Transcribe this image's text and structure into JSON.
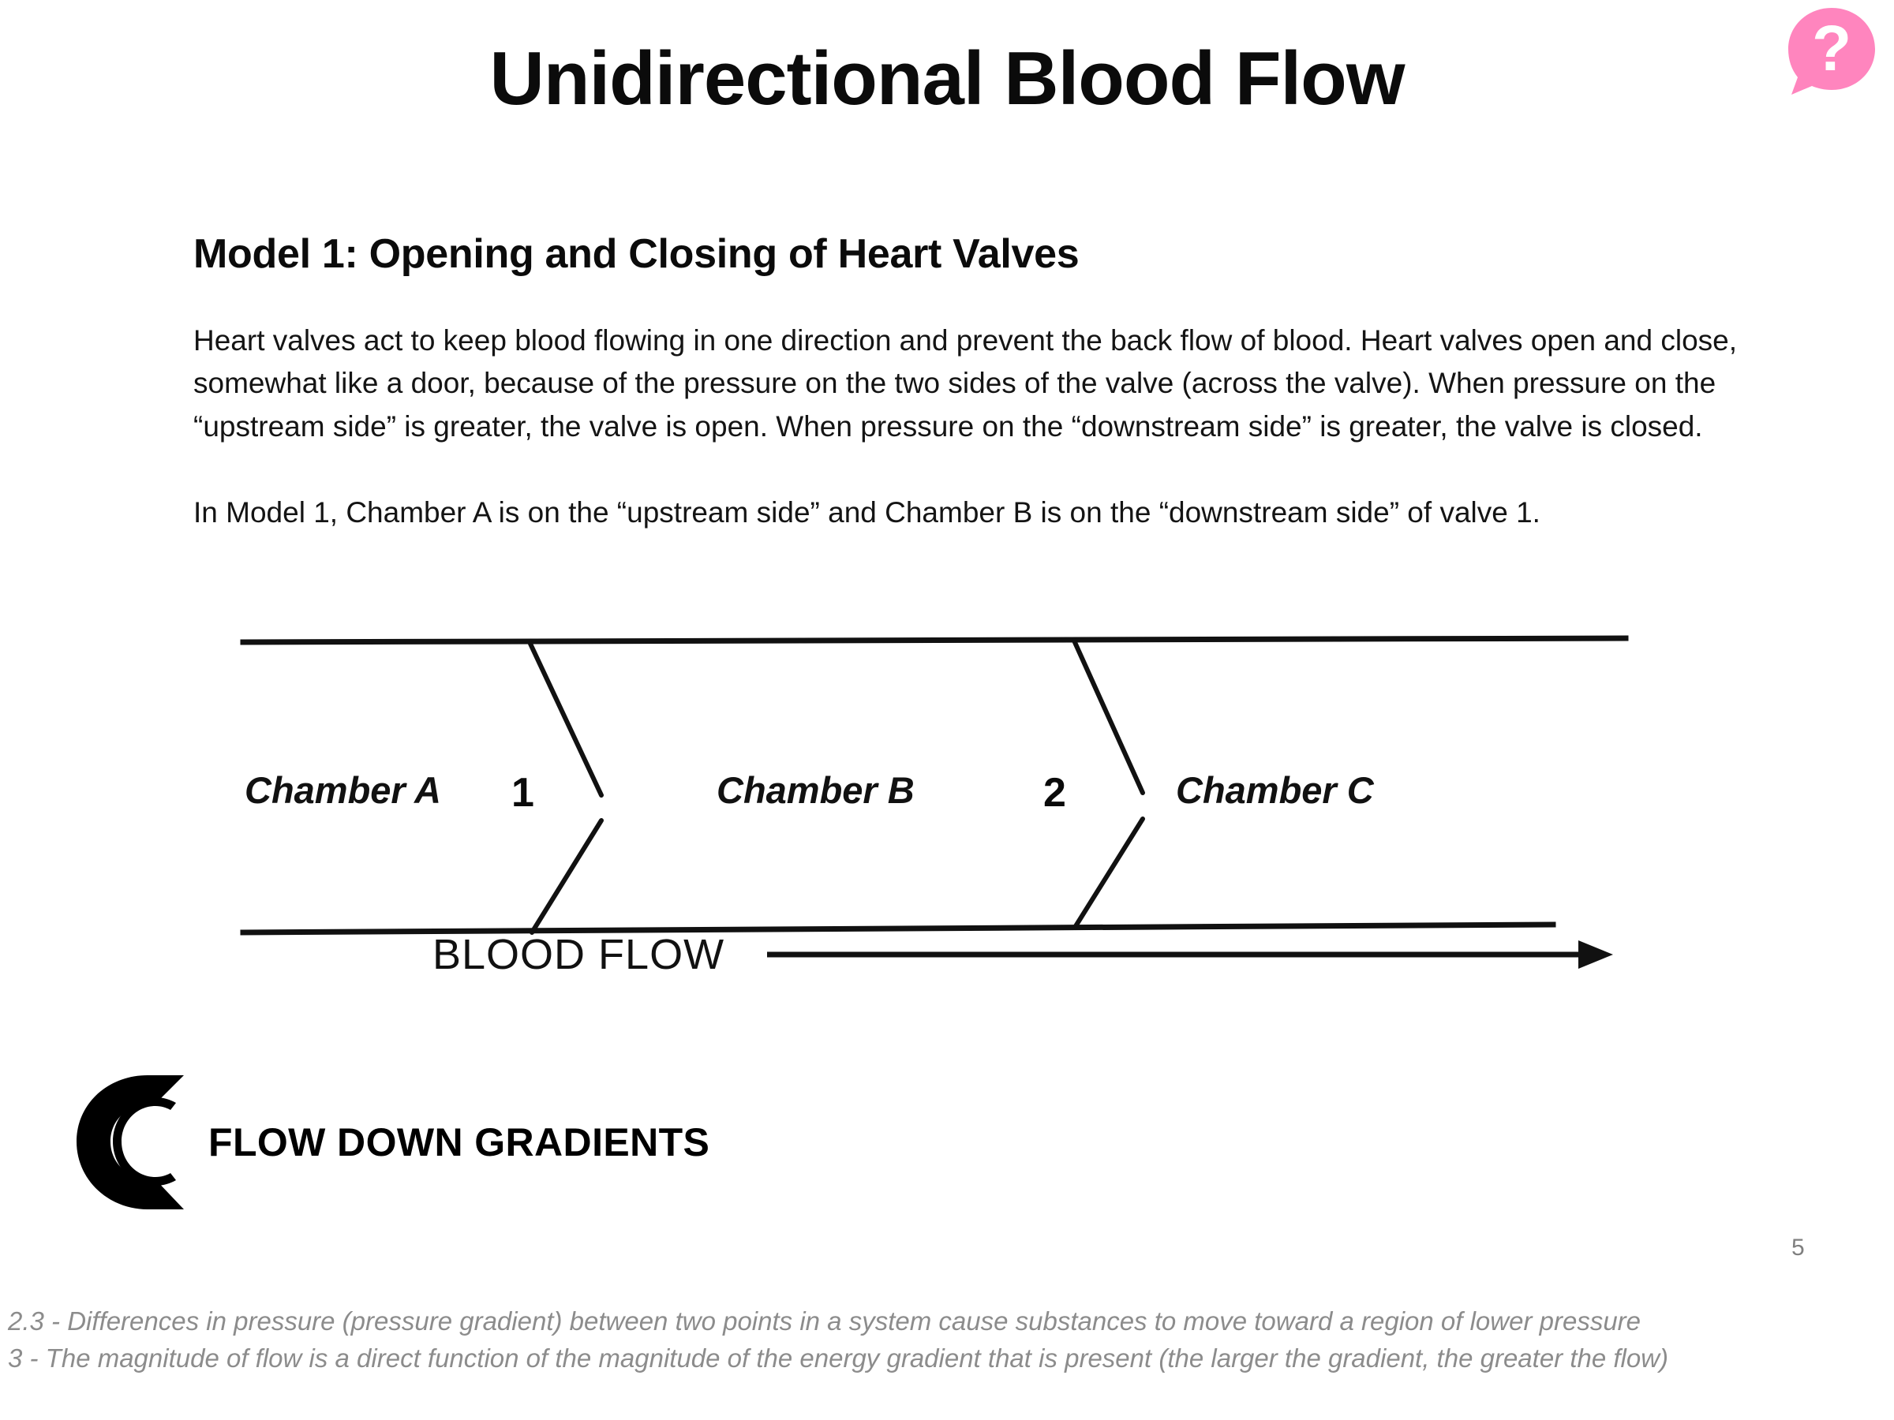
{
  "slide": {
    "title": "Unidirectional Blood Flow",
    "page_number": "5",
    "background_color": "#ffffff"
  },
  "help_badge": {
    "icon": "question-speech-bubble-icon",
    "glyph": "?",
    "fill_color": "#FF85BE",
    "glyph_color": "#ffffff"
  },
  "model": {
    "heading": "Model 1: Opening and Closing of Heart Valves",
    "paragraphs": [
      "Heart valves act to keep blood flowing in one direction and prevent the back flow of blood. Heart valves open and close, somewhat like a door, because of the pressure on the two sides of the valve (across the valve). When pressure on the “upstream side” is greater, the valve is open. When pressure on the “downstream side” is greater, the valve is closed.",
      "In Model 1, Chamber A is on the “upstream side” and Chamber B is on the “downstream side” of valve 1."
    ]
  },
  "diagram": {
    "name": "unidirectional-blood-flow-diagram",
    "chambers": [
      {
        "label": "Chamber A"
      },
      {
        "label": "Chamber B"
      },
      {
        "label": "Chamber C"
      }
    ],
    "valves": [
      {
        "label": "1"
      },
      {
        "label": "2"
      }
    ],
    "flow_label": "BLOOD FLOW",
    "flow_direction": "left-to-right",
    "line_color": "#111111"
  },
  "logo": {
    "mark": "double-c-logo-icon",
    "text": "FLOW DOWN GRADIENTS",
    "color": "#000000"
  },
  "footer": {
    "lines": [
      "2.3 - Differences in pressure (pressure gradient) between two points in a system cause substances to move toward a region of lower pressure",
      "3 - The magnitude of flow is a direct function of the magnitude of the energy gradient that is present (the larger the gradient, the greater the flow)"
    ],
    "color": "#8c8c8c"
  }
}
